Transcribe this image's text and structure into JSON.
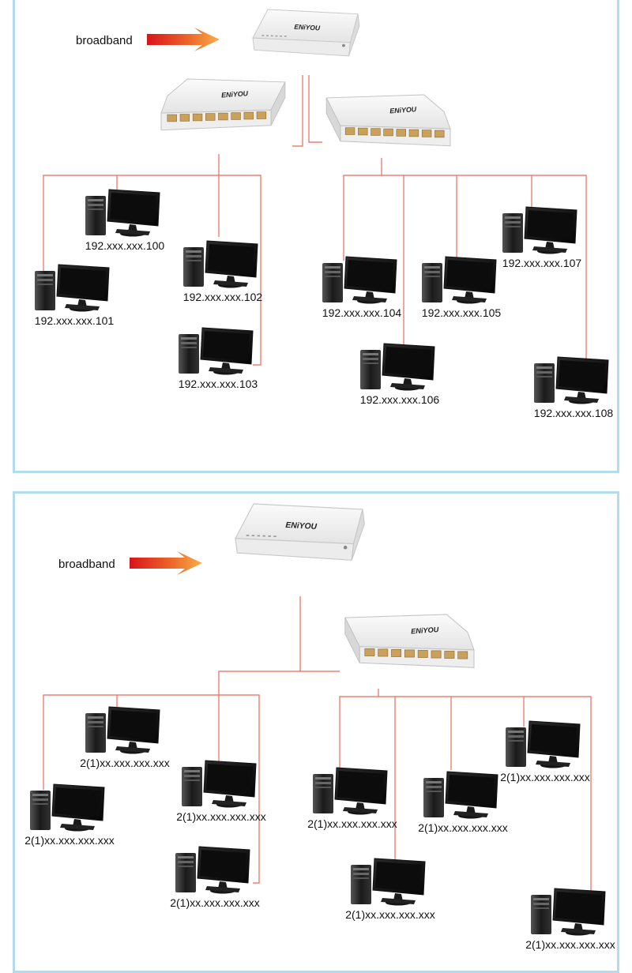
{
  "diagrams": [
    {
      "broadband_label": "broadband",
      "brand": "ENiYOU",
      "computers": [
        {
          "label": "192.xxx.xxx.100"
        },
        {
          "label": "192.xxx.xxx.101"
        },
        {
          "label": "192.xxx.xxx.102"
        },
        {
          "label": "192.xxx.xxx.103"
        },
        {
          "label": "192.xxx.xxx.104"
        },
        {
          "label": "192.xxx.xxx.105"
        },
        {
          "label": "192.xxx.xxx.106"
        },
        {
          "label": "192.xxx.xxx.107"
        },
        {
          "label": "192.xxx.xxx.108"
        }
      ]
    },
    {
      "broadband_label": "broadband",
      "brand": "ENiYOU",
      "computers": [
        {
          "label": "2(1)xx.xxx.xxx.xxx"
        },
        {
          "label": "2(1)xx.xxx.xxx.xxx"
        },
        {
          "label": "2(1)xx.xxx.xxx.xxx"
        },
        {
          "label": "2(1)xx.xxx.xxx.xxx"
        },
        {
          "label": "2(1)xx.xxx.xxx.xxx"
        },
        {
          "label": "2(1)xx.xxx.xxx.xxx"
        },
        {
          "label": "2(1)xx.xxx.xxx.xxx"
        },
        {
          "label": "2(1)xx.xxx.xxx.xxx"
        },
        {
          "label": "2(1)xx.xxx.xxx.xxx"
        }
      ]
    }
  ],
  "colors": {
    "panel_border": "#b3dcee",
    "link_line": "#e86a5a",
    "arrow_start": "#d8141c",
    "arrow_end": "#f5b04c"
  }
}
